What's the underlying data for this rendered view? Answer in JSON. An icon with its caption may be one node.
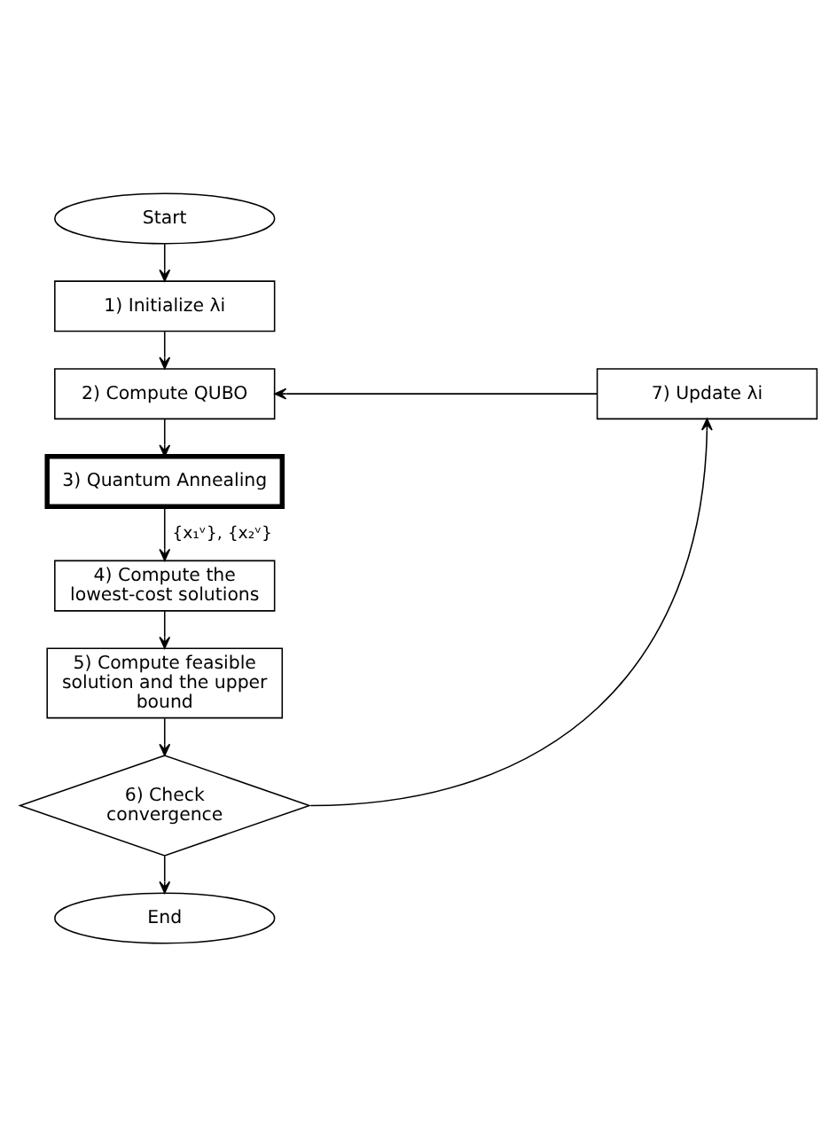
{
  "diagram": {
    "nodes": [
      {
        "text": [
          "Start"
        ]
      },
      {
        "text": [
          "1) Initialize λi"
        ]
      },
      {
        "text": [
          "2) Compute QUBO"
        ]
      },
      {
        "text": [
          "3) Quantum Annealing"
        ]
      },
      {
        "text": [
          "4) Compute the lowest-cost solutions"
        ]
      },
      {
        "text": [
          "5) Compute feasible solution and the upper bound"
        ]
      },
      {
        "text": [
          "6) Check convergence"
        ]
      },
      {
        "text": [
          "7) Update λi"
        ]
      },
      {
        "text": [
          "End"
        ]
      }
    ],
    "edges": [
      {
        "from": 0,
        "to": 1,
        "arrow": "to"
      },
      {
        "from": 1,
        "to": 2,
        "arrow": "to"
      },
      {
        "from": 2,
        "to": 3,
        "arrow": "to"
      },
      {
        "from": 3,
        "to": 4,
        "arrow": "to",
        "label": "{x₁ᵛ}, {x₂ᵛ}"
      },
      {
        "from": 4,
        "to": 5,
        "arrow": "to"
      },
      {
        "from": 5,
        "to": 6,
        "arrow": "to"
      },
      {
        "from": 6,
        "to": 8,
        "arrow": "to"
      },
      {
        "from": 6,
        "to": 7,
        "arrow": "to"
      },
      {
        "from": 7,
        "to": 2,
        "arrow": "to"
      }
    ]
  }
}
